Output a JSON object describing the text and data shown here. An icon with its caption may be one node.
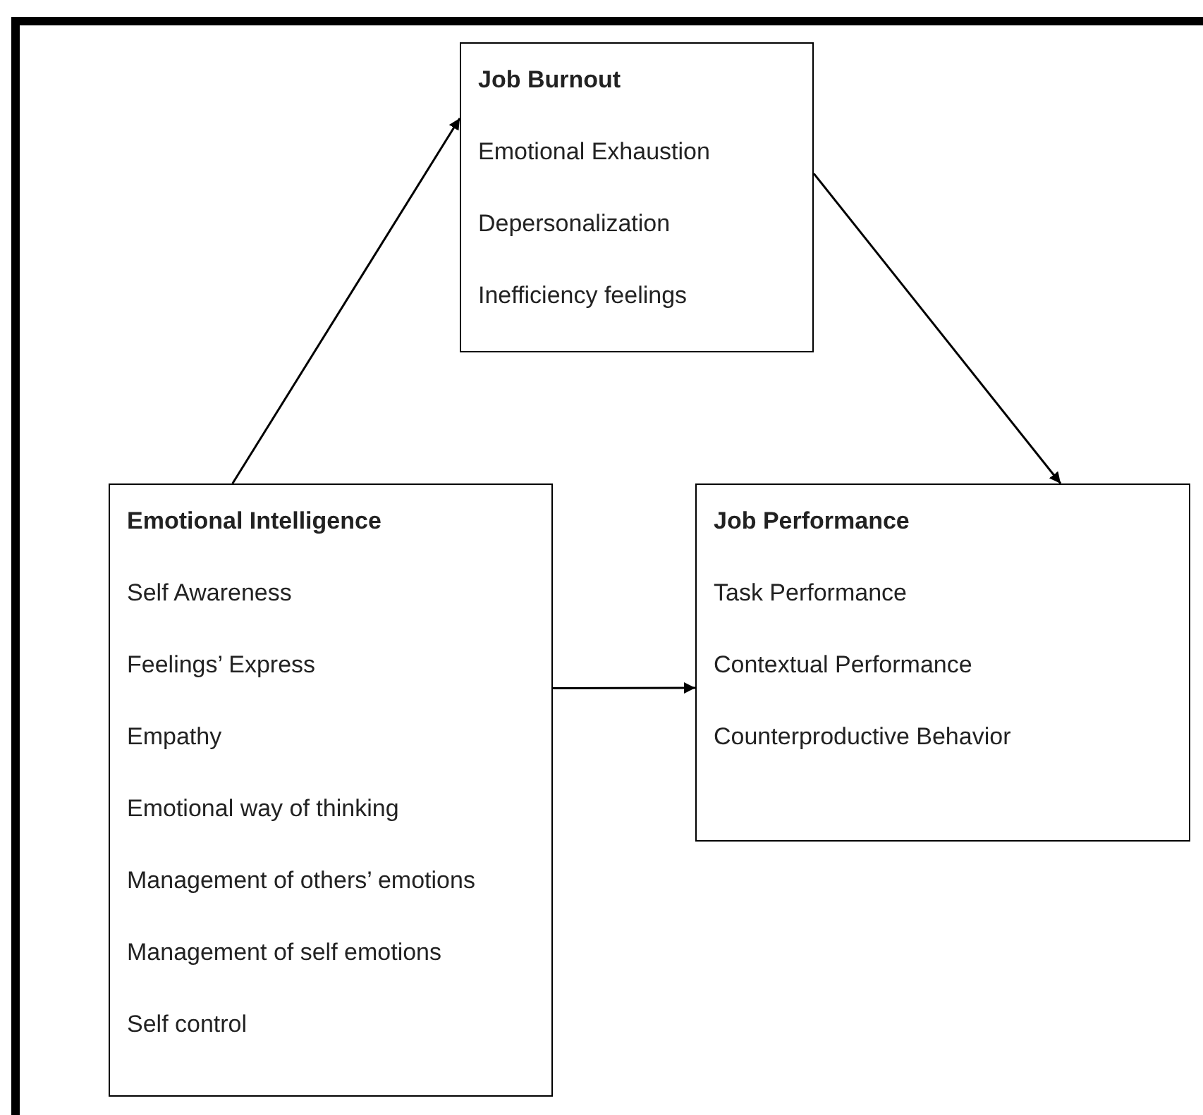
{
  "diagram": {
    "nodes": [
      {
        "text": [
          "Job Burnout",
          "Emotional Exhaustion",
          "Depersonalization",
          "Inefficiency feelings"
        ]
      },
      {
        "text": [
          "Emotional Intelligence",
          "Self Awareness",
          "Feelings’ Express",
          "Empathy",
          "Emotional way of thinking",
          "Management of others’ emotions",
          "Management of self emotions",
          "Self control"
        ]
      },
      {
        "text": [
          "Job Performance",
          "Task Performance",
          "Contextual Performance",
          "Counterproductive Behavior"
        ]
      }
    ],
    "edges": [
      {
        "from": 1,
        "to": 0,
        "arrow": "to"
      },
      {
        "from": 0,
        "to": 2,
        "arrow": "to"
      },
      {
        "from": 1,
        "to": 2,
        "arrow": "to"
      }
    ]
  }
}
